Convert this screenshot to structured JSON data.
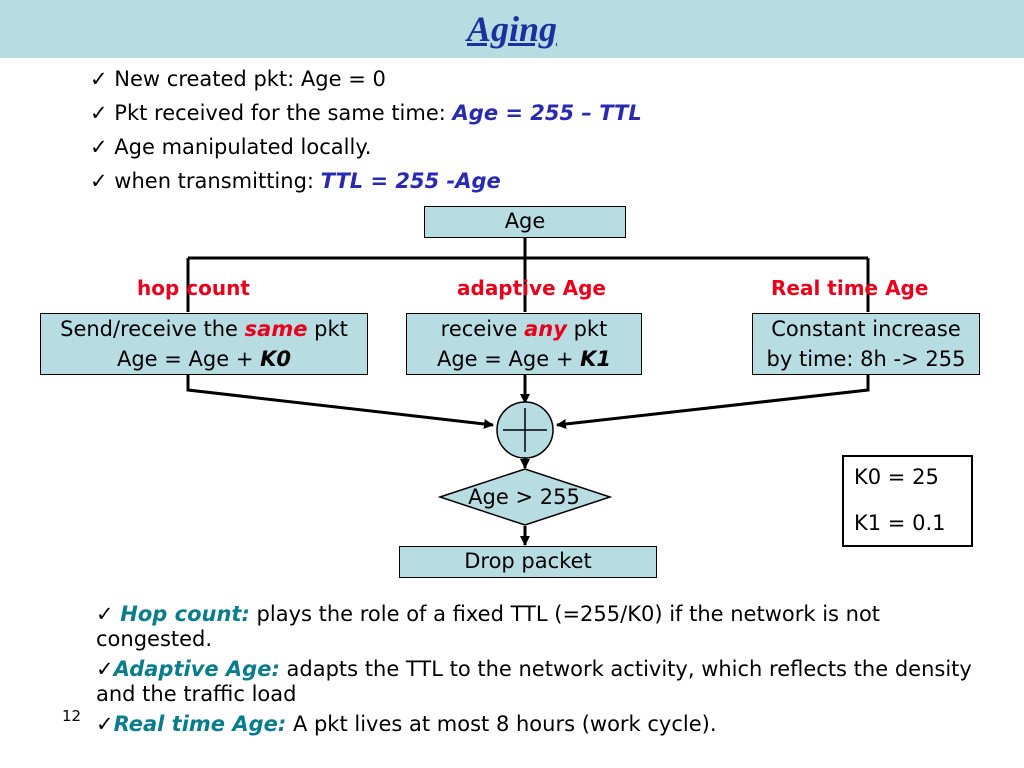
{
  "title": "Aging",
  "check": "✓",
  "bullets": [
    {
      "text": "New created pkt: Age = 0",
      "em": ""
    },
    {
      "text": "Pkt received for the same time: ",
      "em": "Age = 255 – TTL"
    },
    {
      "text": "Age manipulated locally.",
      "em": ""
    },
    {
      "text": "when transmitting: ",
      "em": "TTL = 255 -Age"
    }
  ],
  "diagram": {
    "top_box": "Age",
    "branches": [
      {
        "label": "hop count",
        "line1_pre": "Send/receive the ",
        "line1_em": "same",
        "line1_post": " pkt",
        "line2_pre": "Age = Age + ",
        "line2_em": "K0"
      },
      {
        "label": "adaptive Age",
        "line1_pre": "receive ",
        "line1_em": "any",
        "line1_post": " pkt",
        "line2_pre": "Age = Age + ",
        "line2_em": "K1"
      },
      {
        "label": "Real time Age",
        "line1": "Constant increase",
        "line2": "by time: 8h -> 255"
      }
    ],
    "decision": "Age > 255",
    "drop": "Drop packet",
    "constants": [
      "K0 = 25",
      "K1 = 0.1"
    ]
  },
  "notes": [
    {
      "term": "Hop count:",
      "text": " plays the role of a fixed TTL (=255/K0) if the network is not congested."
    },
    {
      "term": "Adaptive Age:",
      "text": " adapts the TTL to the network activity, which reflects the density and the traffic load"
    },
    {
      "term": "Real time Age:",
      "text": " A pkt lives at most 8 hours (work cycle)."
    }
  ],
  "slide_number": "12",
  "colors": {
    "title_bar": "#b7dde3",
    "title": "#1f2f9e",
    "box_fill": "#b7dde3",
    "label_red": "#e8001c",
    "note_term": "#0a7d8c",
    "formula_blue": "#2a2ab0"
  }
}
